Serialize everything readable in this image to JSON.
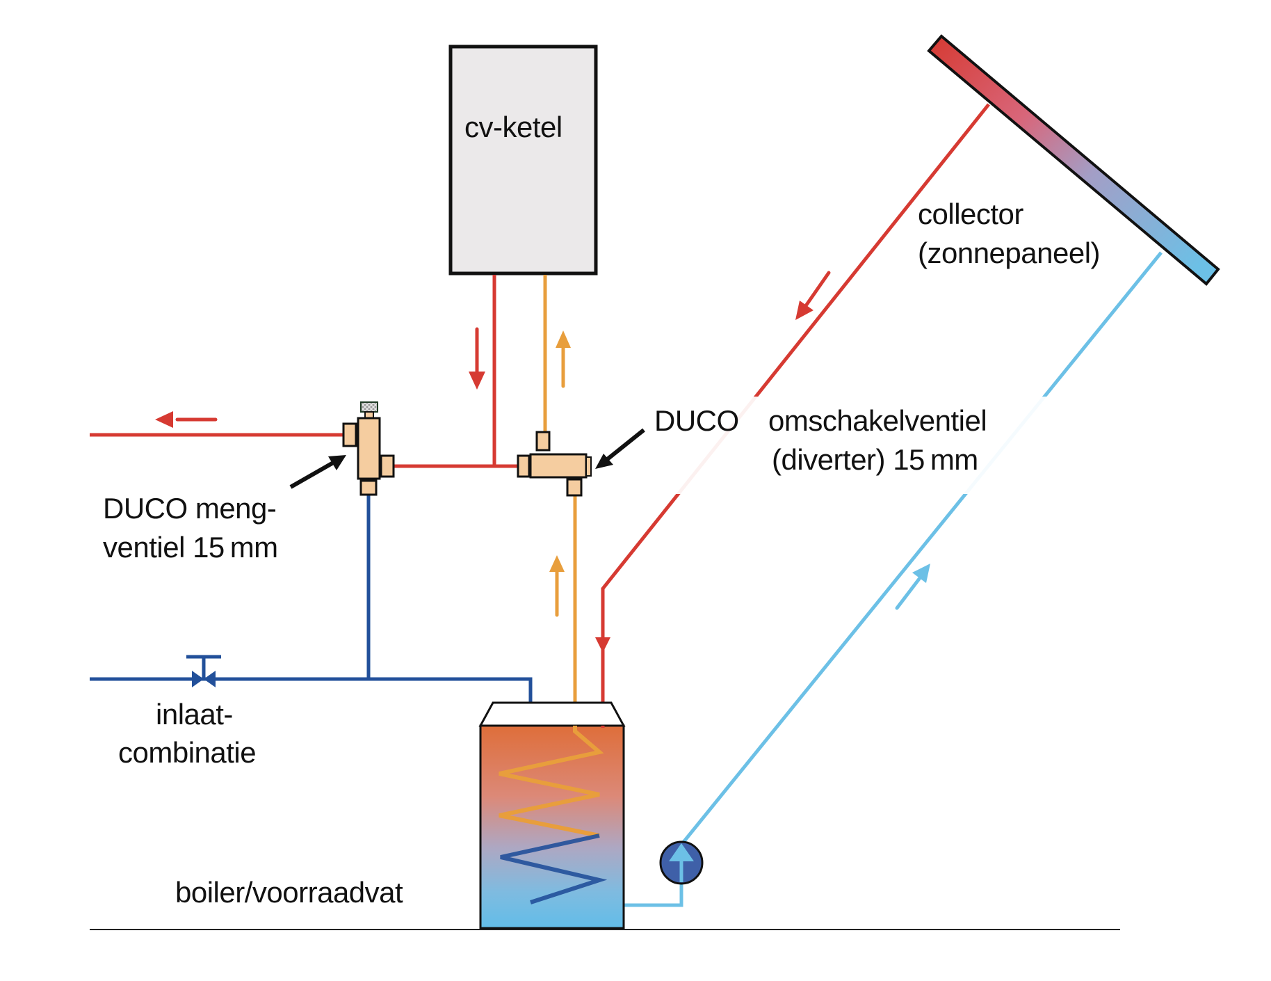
{
  "diagram": {
    "title": "Zonneboilersysteem met cv-ketel",
    "components": {
      "boiler_heater": {
        "label": "cv-ketel"
      },
      "collector": {
        "label_line1": "collector",
        "label_line2": "(zonnepaneel)"
      },
      "diverter": {
        "label_line1a": "DUCO",
        "label_line1b": "omschakelventiel",
        "label_line2": "(diverter) 15 mm"
      },
      "mixing_valve": {
        "label_line1": "DUCO meng-",
        "label_line2": "ventiel 15 mm"
      },
      "inlet": {
        "label_line1": "inlaat-",
        "label_line2": "combinatie"
      },
      "storage_tank": {
        "label": "boiler/voorraadvat"
      },
      "pump": {
        "icon": "pump-icon"
      }
    },
    "colors": {
      "hot": "#d63a32",
      "warm": "#e89e3c",
      "cold": "#22509a",
      "solar_return": "#6cc0e6",
      "valve_body": "#f5cda0",
      "ketel_fill": "#ebe9ea",
      "tank_top": "#de6e3a",
      "tank_bottom": "#62bde8"
    },
    "flows": [
      {
        "name": "hot-water-out",
        "direction": "left"
      },
      {
        "name": "ketel-hot-feed",
        "direction": "down"
      },
      {
        "name": "ketel-warm-return",
        "direction": "up"
      },
      {
        "name": "tank-warm-up",
        "direction": "up"
      },
      {
        "name": "solar-hot-down",
        "direction": "down-left"
      },
      {
        "name": "solar-cold-up",
        "direction": "up-right"
      },
      {
        "name": "solar-into-tank",
        "direction": "down"
      }
    ]
  }
}
